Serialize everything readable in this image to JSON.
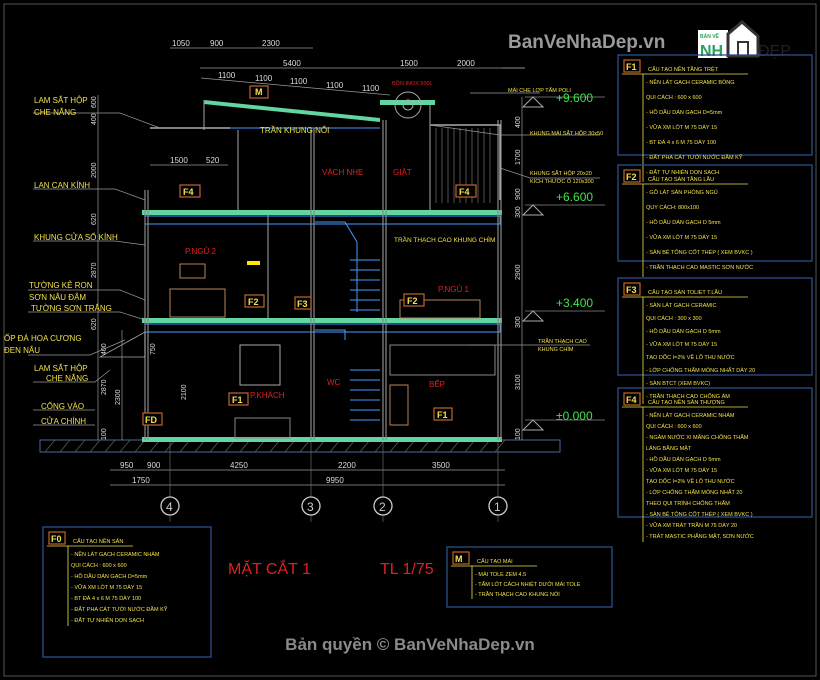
{
  "logo": {
    "text": "BanVeNhaDep.vn",
    "mark_small": "BẢN VẼ",
    "mark_nh": "NH",
    "mark_dep": "ĐẸP"
  },
  "watermark": "Bản quyền © BanVeNhaDep.vn",
  "title": {
    "section": "MẶT CẮT 1",
    "scale": "TL 1/75"
  },
  "top_dims": {
    "row1": [
      "1050",
      "900",
      "2300"
    ],
    "row2": [
      "5400",
      "1500",
      "2000"
    ],
    "roof": [
      "1100",
      "1100",
      "1100",
      "1100",
      "1100"
    ],
    "balcony": [
      "1500",
      "520"
    ]
  },
  "bottom_dims": {
    "row1": [
      "950",
      "900",
      "4250",
      "2200",
      "3500"
    ],
    "row2": [
      "1750",
      "9950"
    ]
  },
  "axes": [
    "4",
    "3",
    "2",
    "1"
  ],
  "levels": [
    "+9.600",
    "+6.600",
    "+3.400",
    "±0.000"
  ],
  "left_dims": [
    "400",
    "600",
    "2000",
    "620",
    "2870",
    "620",
    "400",
    "2870",
    "2300",
    "100",
    "750",
    "2100"
  ],
  "right_dims": [
    "400",
    "1700",
    "900",
    "300",
    "2900",
    "300",
    "3100",
    "100"
  ],
  "left_labels": [
    "LAM SẮT HỘP",
    "CHE NẮNG",
    "LAN CAN KÍNH",
    "KHUNG CỬA SỔ KÍNH",
    "TƯỜNG KẺ RON",
    "SƠN NÂU ĐẬM",
    "TƯỜNG SƠN TRẮNG",
    "ỐP ĐÁ HOA CƯƠNG",
    "ĐEN NÂU",
    "LAM SẮT HỘP",
    "CHE NẮNG",
    "CỔNG VÀO",
    "CỬA CHÍNH"
  ],
  "right_labels": [
    "MÁI CHE LỢP TẤM POLI",
    "KHUNG MÁI SẮT HỘP 30x50",
    "KHUNG SẮT HỘP 20x20",
    "KÍCH THƯỚC Ô 120x300",
    "TRẦN THẠCH CAO",
    "KHUNG CHÌM"
  ],
  "rooms": {
    "tran_noi": "TRẦN KHUNG NỔI",
    "vach": "VÁCH NHẸ",
    "giat": "GIẶT",
    "ngu2": "P.NGỦ 2",
    "ngu1": "P.NGỦ 1",
    "tran_chim": "TRẦN THẠCH CAO KHUNG CHÌM",
    "wc": "WC",
    "bep": "BẾP",
    "khach": "P.KHÁCH",
    "bon": "BỒN INOX 500L"
  },
  "tags": {
    "m": "M",
    "f4": "F4",
    "f2": "F2",
    "f3": "F3",
    "f1": "F1",
    "fd": "FD"
  },
  "legends": [
    {
      "code": "F1",
      "title": "CẤU TẠO NỀN TẦNG TRỆT",
      "items": [
        "- NỀN LÁT GẠCH CERAMIC BÓNG",
        "  QUI CÁCH : 600 x 600",
        "- HỒ DẦU DÁN GẠCH D=5mm",
        "- VỮA XM LÓT M 75 DÀY 15",
        "- BT ĐÁ 4 x 6 M 75 DÀY 100",
        "- ĐẤT PHA CÁT TƯỚI NƯỚC ĐẦM KỸ",
        "- ĐẤT TỰ NHIÊN DỌN SẠCH"
      ]
    },
    {
      "code": "F2",
      "title": "CẤU TẠO SÀN TẦNG LẦU",
      "items": [
        "- GỖ LÁT SÀN PHÒNG NGỦ",
        "  QUY CÁCH: 800x100",
        "- HỒ DẦU DÁN GẠCH D 5mm",
        "- VỮA XM LÓT M 75 DÀY 15",
        "- SÀN BÊ TÔNG CỐT THÉP ( XEM BVKC )",
        "- TRẦN THẠCH CAO MASTIC SƠN NƯỚC"
      ]
    },
    {
      "code": "F3",
      "title": "CẤU TẠO SÀN TOLIET T.LẦU",
      "items": [
        "- SÀN LÁT GẠCH CERAMIC",
        "  QUI CÁCH : 300 x 300",
        "- HỒ DẦU DÁN GẠCH D 5mm",
        "- VỮA XM LÓT M 75 DÀY 15",
        "  TẠO DỐC I=2% VỀ LỖ THU NƯỚC",
        "- LỚP CHỐNG THẤM MỎNG NHẤT DÀY 20",
        "- SÀN BTCT (XEM BVKC)",
        "- TRẦN THẠCH CAO CHỐNG ẨM"
      ]
    },
    {
      "code": "F4",
      "title": "CẤU TẠO NỀN SÂN THƯỢNG",
      "items": [
        "- NỀN LÁT GẠCH CERAMIC NHÁM",
        "  QUI CÁCH : 600 x 600",
        "- NGÂM NƯỚC XI MĂNG CHỐNG THẤM",
        "  LÁNG BẰNG MẶT",
        "- HỒ DẦU DÁN GẠCH D 5mm",
        "- VỮA XM LÓT M 75 DÀY 15",
        "  TẠO DỐC I=2% VỀ LỖ THU NƯỚC",
        "- LỚP CHỐNG THẤM MỎNG NHẤT 20",
        "  THEO QUI TRÌNH CHỐNG THẤM",
        "- SÀN BÊ TÔNG CỐT THÉP ( XEM BVKC )",
        "- VỮA XM TRÁT TRẦN M 75 DÀY 20",
        "- TRÁT MASTIC PHẲNG MẶT, SƠN NƯỚC"
      ]
    },
    {
      "code": "F0",
      "title": "CẤU TẠO NỀN SÂN",
      "items": [
        "- NỀN LÁT GẠCH CERAMIC NHÁM",
        "  QUI CÁCH : 600 x 600",
        "- HỒ DẦU DÁN GẠCH D=5mm",
        "- VỮA XM LÓT M 75 DÀY 15",
        "- BT ĐÁ 4 x 6 M 75 DÀY 100",
        "- ĐẤT PHA CÁT TƯỚI NƯỚC ĐẦM KỸ",
        "- ĐẤT TỰ NHIÊN DỌN SẠCH"
      ]
    },
    {
      "code": "M",
      "title": "CẤU TẠO MÁI",
      "items": [
        "- MÁI TOLE ZEM 4.5",
        "- TẤM LÓT CÁCH NHIỆT DƯỚI MÁI TOLE",
        "- TRẦN THẠCH CAO KHUNG NỔI"
      ]
    }
  ]
}
